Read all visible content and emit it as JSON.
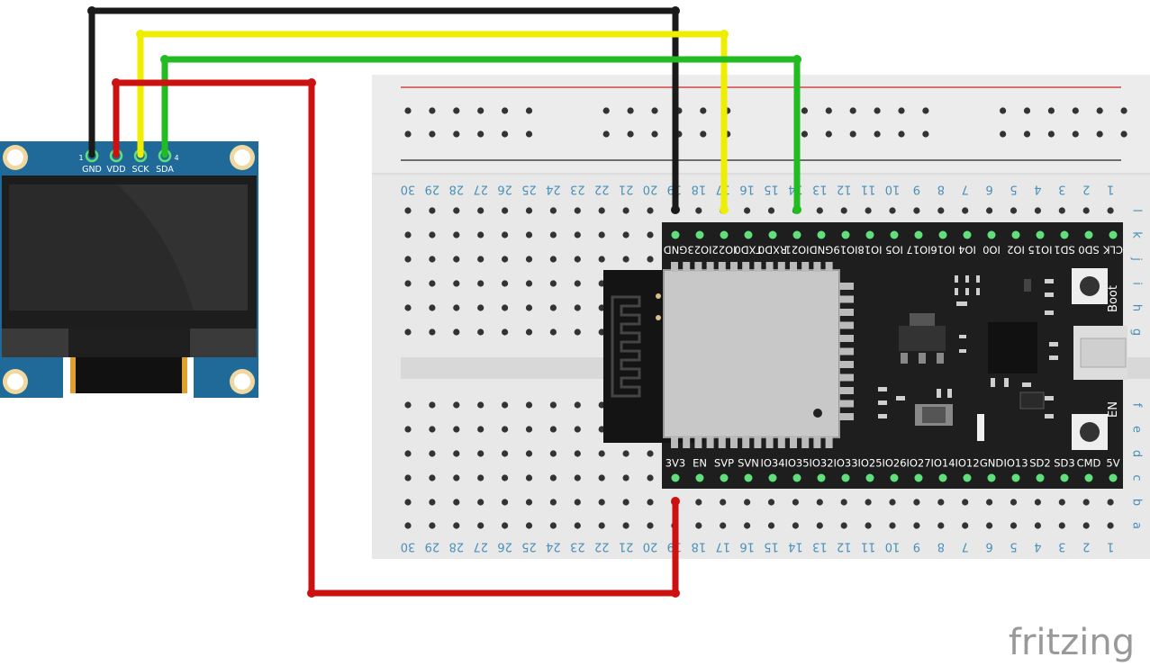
{
  "oled": {
    "pins": [
      "GND",
      "VDD",
      "SCK",
      "SDA"
    ],
    "pin_first_number": "1",
    "pin_last_number": "4"
  },
  "breadboard": {
    "column_numbers": [
      "30",
      "29",
      "28",
      "27",
      "26",
      "25",
      "24",
      "23",
      "22",
      "21",
      "20",
      "19",
      "18",
      "17",
      "16",
      "15",
      "14",
      "13",
      "12",
      "11",
      "10",
      "9",
      "8",
      "7",
      "6",
      "5",
      "4",
      "3",
      "2",
      "1"
    ],
    "row_letters_top": [
      "l",
      "k",
      "j",
      "i",
      "h",
      "g"
    ],
    "row_letters_bottom": [
      "f",
      "e",
      "d",
      "c",
      "b",
      "a"
    ]
  },
  "esp32": {
    "top_pins": [
      "GND",
      "IO23",
      "IO22",
      "TXD0",
      "RXD0",
      "IO21",
      "GND",
      "IO19",
      "IO18",
      "IO5",
      "IO17",
      "IO16",
      "IO4",
      "IO0",
      "IO2",
      "IO15",
      "SD1",
      "SD0",
      "CLK"
    ],
    "bottom_pins": [
      "3V3",
      "EN",
      "SVP",
      "SVN",
      "IO34",
      "IO35",
      "IO32",
      "IO33",
      "IO25",
      "IO26",
      "IO27",
      "IO14",
      "IO12",
      "GND",
      "IO13",
      "SD2",
      "SD3",
      "CMD",
      "5V"
    ],
    "boot_label": "Boot",
    "en_label": "EN"
  },
  "wires": [
    {
      "name": "gnd",
      "color": "#1a1a1a"
    },
    {
      "name": "vdd",
      "color": "#cc1111"
    },
    {
      "name": "sck",
      "color": "#eeee00"
    },
    {
      "name": "sda",
      "color": "#22bb22"
    }
  ],
  "brand": "fritzing"
}
